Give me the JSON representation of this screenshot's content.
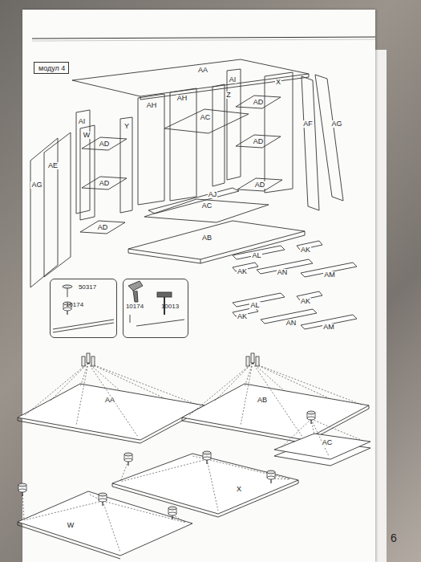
{
  "diagram": {
    "nodes": [
      {
        "text": [
          "модул 4"
        ]
      },
      {
        "text": [
          "50317",
          "10174"
        ]
      },
      {
        "text": [
          "10174",
          "10013"
        ]
      }
    ],
    "labels": [
      "AA",
      "AI",
      "X",
      "AH",
      "AH",
      "Z",
      "AD",
      "AI",
      "W",
      "Y",
      "AC",
      "AD",
      "AF",
      "AG",
      "AE",
      "AD",
      "AD",
      "AG",
      "AD",
      "AJ",
      "AC",
      "AD",
      "AB",
      "AL",
      "AK",
      "AK",
      "AN",
      "AM",
      "AL",
      "AK",
      "AK",
      "AN",
      "AM",
      "AA",
      "AB",
      "AC",
      "X",
      "W",
      "6"
    ]
  }
}
